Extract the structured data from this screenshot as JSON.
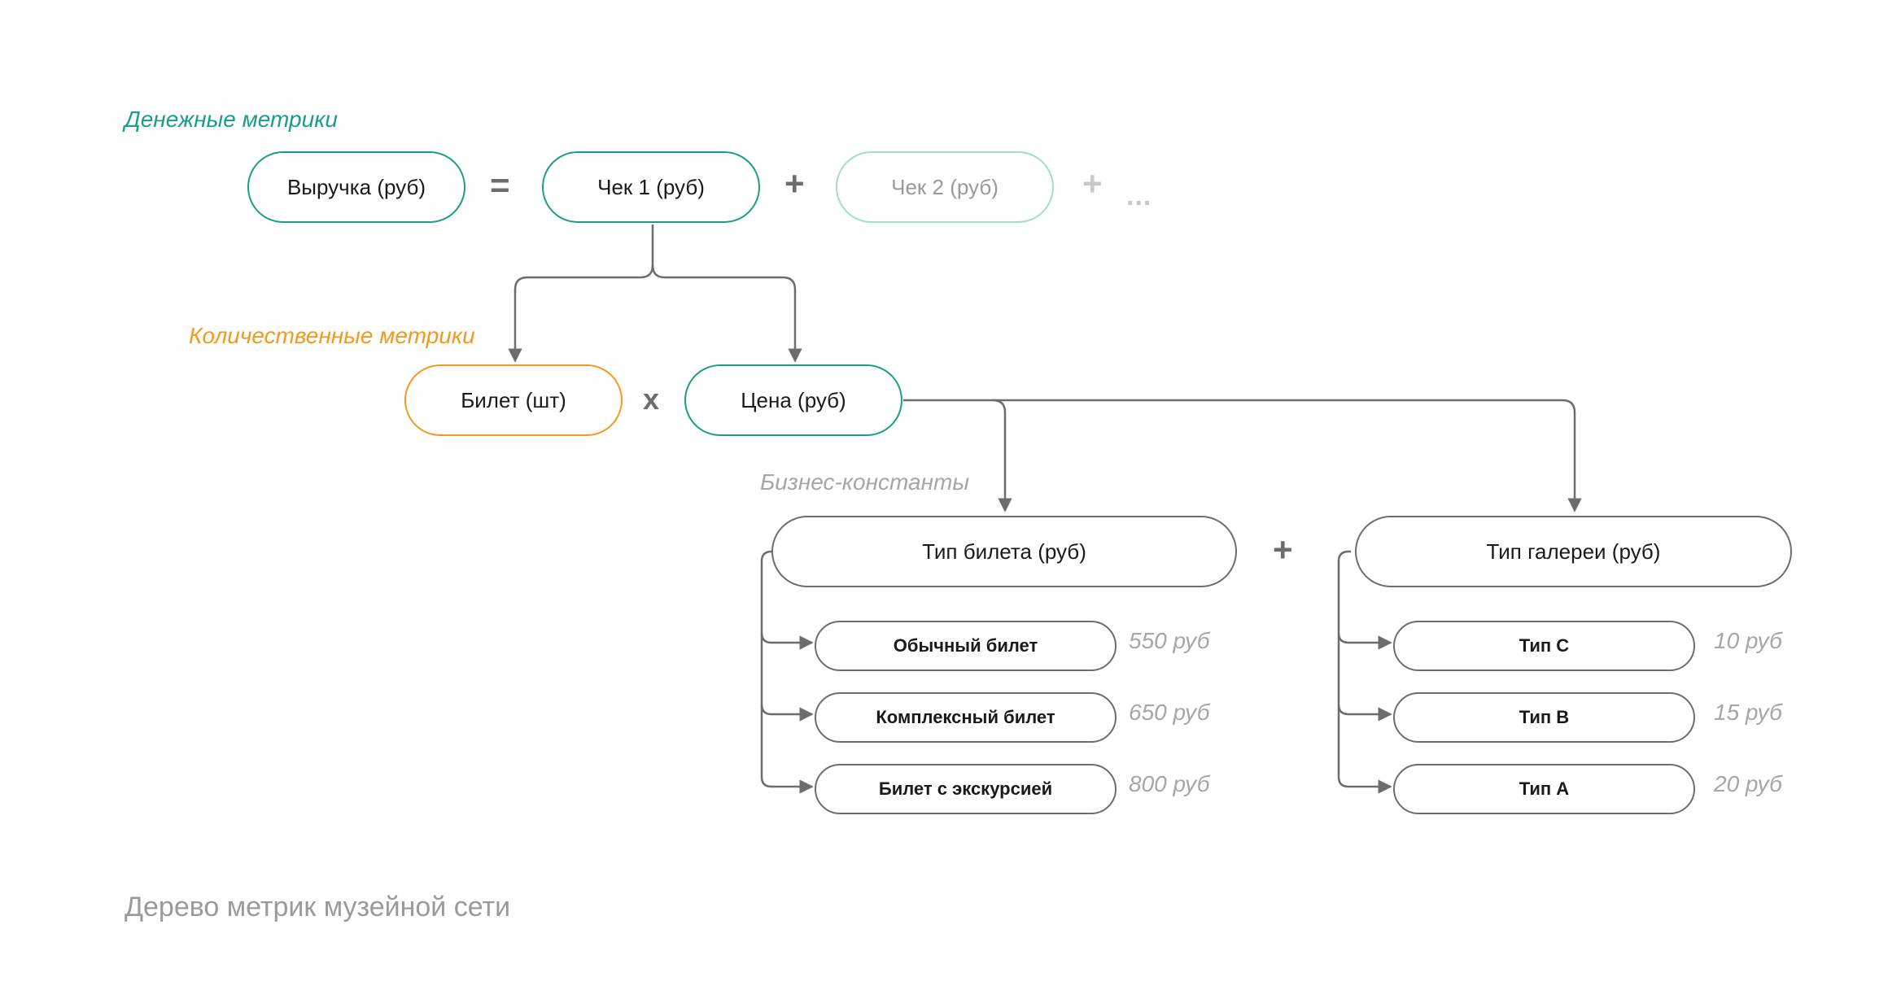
{
  "categories": {
    "monetary": "Денежные метрики",
    "quantitative": "Количественные метрики",
    "constants": "Бизнес-константы"
  },
  "colors": {
    "monetary": "#1a9e87",
    "quantitative": "#f29a1f",
    "constants": "#a6a6a6",
    "connector": "#6d6d6d"
  },
  "row1": {
    "revenue": "Выручка (руб)",
    "eq": "=",
    "check1": "Чек 1 (руб)",
    "plus": "+",
    "check2": "Чек 2 (руб)",
    "plus2": "+",
    "ellipsis": "..."
  },
  "row2": {
    "ticket": "Билет (шт)",
    "times": "x",
    "price": "Цена (руб)"
  },
  "ticket_type": {
    "title": "Тип билета (руб)",
    "items": [
      {
        "label": "Обычный билет",
        "price": "550 руб"
      },
      {
        "label": "Комплексный билет",
        "price": "650 руб"
      },
      {
        "label": "Билет с экскурсией",
        "price": "800 руб"
      }
    ]
  },
  "plus_between": "+",
  "gallery_type": {
    "title": "Тип галереи (руб)",
    "items": [
      {
        "label": "Тип С",
        "price": "10 руб"
      },
      {
        "label": "Тип В",
        "price": "15 руб"
      },
      {
        "label": "Тип А",
        "price": "20 руб"
      }
    ]
  },
  "caption": "Дерево метрик музейной сети"
}
